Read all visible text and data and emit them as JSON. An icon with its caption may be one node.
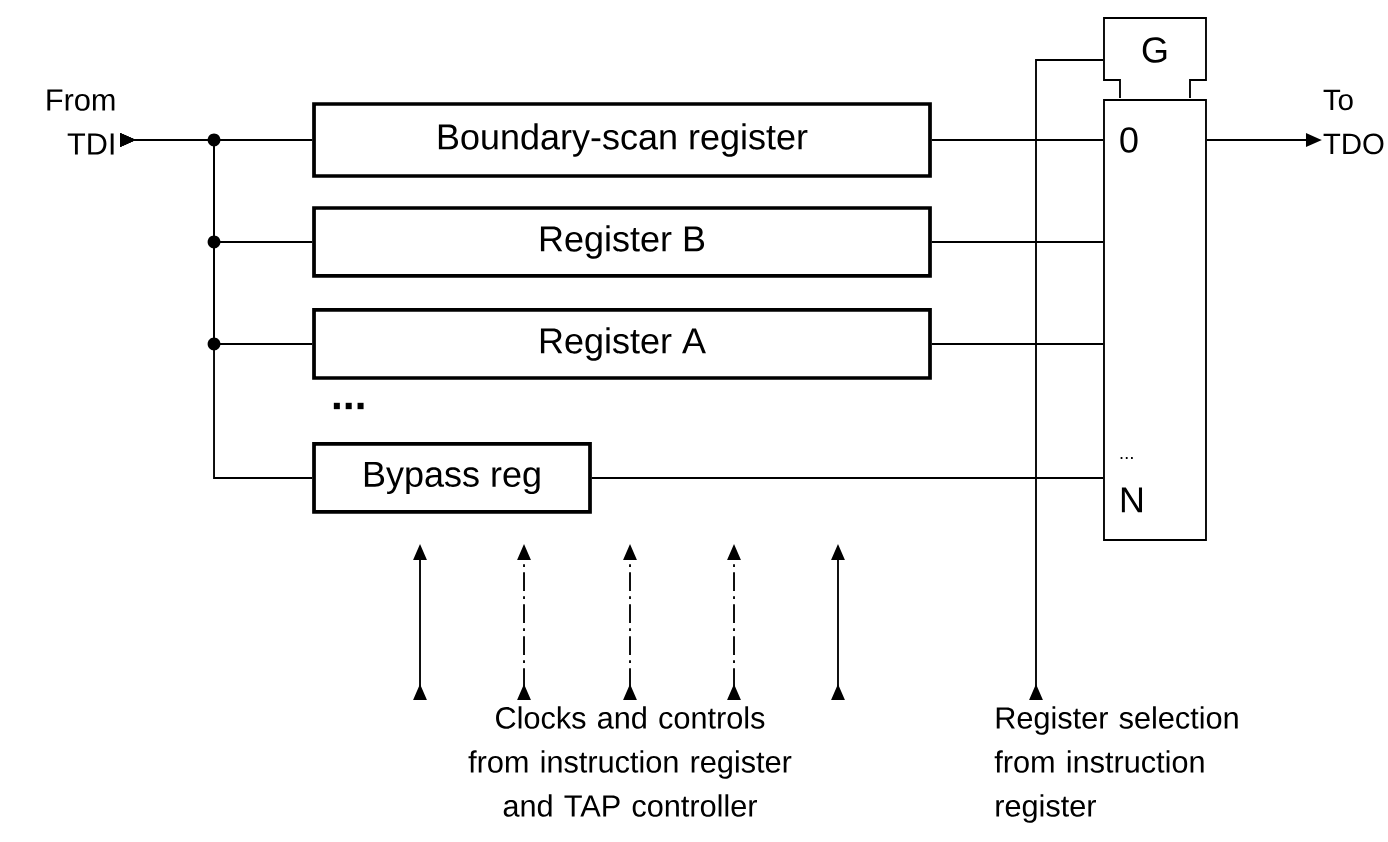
{
  "diagram": {
    "nodes": [
      {
        "text": [
          "From TDI"
        ]
      },
      {
        "text": [
          "Boundary-scan register"
        ]
      },
      {
        "text": [
          "Register B"
        ]
      },
      {
        "text": [
          "Register A"
        ]
      },
      {
        "text": [
          "Bypass reg"
        ]
      },
      {
        "text": [
          "G"
        ]
      },
      {
        "text": [
          "0",
          "...",
          "N"
        ]
      },
      {
        "text": [
          "To TDO"
        ]
      },
      {
        "text": [
          "Clocks and controls from instruction register and TAP controller"
        ]
      },
      {
        "text": [
          "Register selection from instruction register"
        ]
      }
    ],
    "edges": [
      {
        "from": 0,
        "to": 1,
        "arrow": "to"
      },
      {
        "from": 0,
        "to": 2,
        "arrow": "to"
      },
      {
        "from": 0,
        "to": 3,
        "arrow": "to"
      },
      {
        "from": 0,
        "to": 4,
        "arrow": "to"
      },
      {
        "from": 1,
        "to": 6,
        "arrow": "none"
      },
      {
        "from": 2,
        "to": 6,
        "arrow": "none"
      },
      {
        "from": 3,
        "to": 6,
        "arrow": "none"
      },
      {
        "from": 4,
        "to": 6,
        "arrow": "none"
      },
      {
        "from": 6,
        "to": 7,
        "arrow": "to"
      },
      {
        "from": 9,
        "to": 5,
        "arrow": "to"
      },
      {
        "from": 8,
        "to": null,
        "arrow": "to"
      },
      {
        "from": 8,
        "to": null,
        "arrow": "to",
        "style": "dashed"
      },
      {
        "from": 8,
        "to": null,
        "arrow": "to",
        "style": "dashed"
      },
      {
        "from": 8,
        "to": null,
        "arrow": "to",
        "style": "dashed"
      },
      {
        "from": 8,
        "to": null,
        "arrow": "to"
      }
    ],
    "labels": [
      "..."
    ]
  }
}
